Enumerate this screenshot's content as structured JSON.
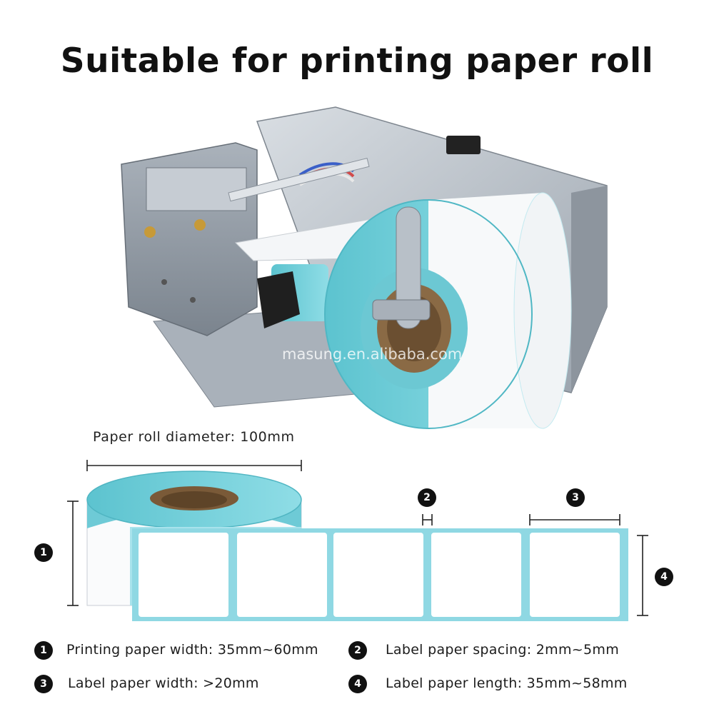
{
  "header": {
    "title": "Suitable for printing paper roll"
  },
  "photo": {
    "watermark": "masung.en.alibaba.com"
  },
  "diagram": {
    "diameter_label": "Paper roll diameter: 100mm",
    "markers": [
      "1",
      "2",
      "3",
      "4"
    ]
  },
  "specs": [
    {
      "num": "1",
      "text": "Printing paper width: 35mm~60mm"
    },
    {
      "num": "2",
      "text": "Label paper spacing: 2mm~5mm"
    },
    {
      "num": "3",
      "text": "Label paper width: >20mm"
    },
    {
      "num": "4",
      "text": "Label paper length: 35mm~58mm"
    }
  ],
  "colors": {
    "label_backing": "#7fd3e0",
    "badge": "#111111",
    "printer_metal": "#b9c0c8"
  }
}
